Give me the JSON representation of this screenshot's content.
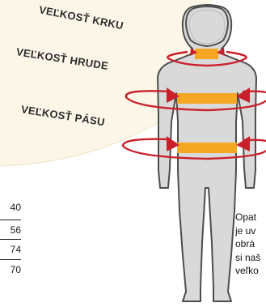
{
  "labels": {
    "neck": "VEĽKOSŤ KRKU",
    "chest": "VEĽKOSŤ HRUDE",
    "waist": "VEĽKOSŤ PÁSU"
  },
  "size_column": [
    "40",
    "56",
    "74",
    "70"
  ],
  "note_lines": [
    "Opat",
    "je uv",
    "obrá",
    "si naš",
    "veľko"
  ],
  "colors": {
    "figure_fill": "#d9d9d9",
    "figure_outline": "#4d4d4d",
    "band": "#f5a623",
    "arrow": "#c9202c",
    "background_arc": "#fbf6e8"
  }
}
